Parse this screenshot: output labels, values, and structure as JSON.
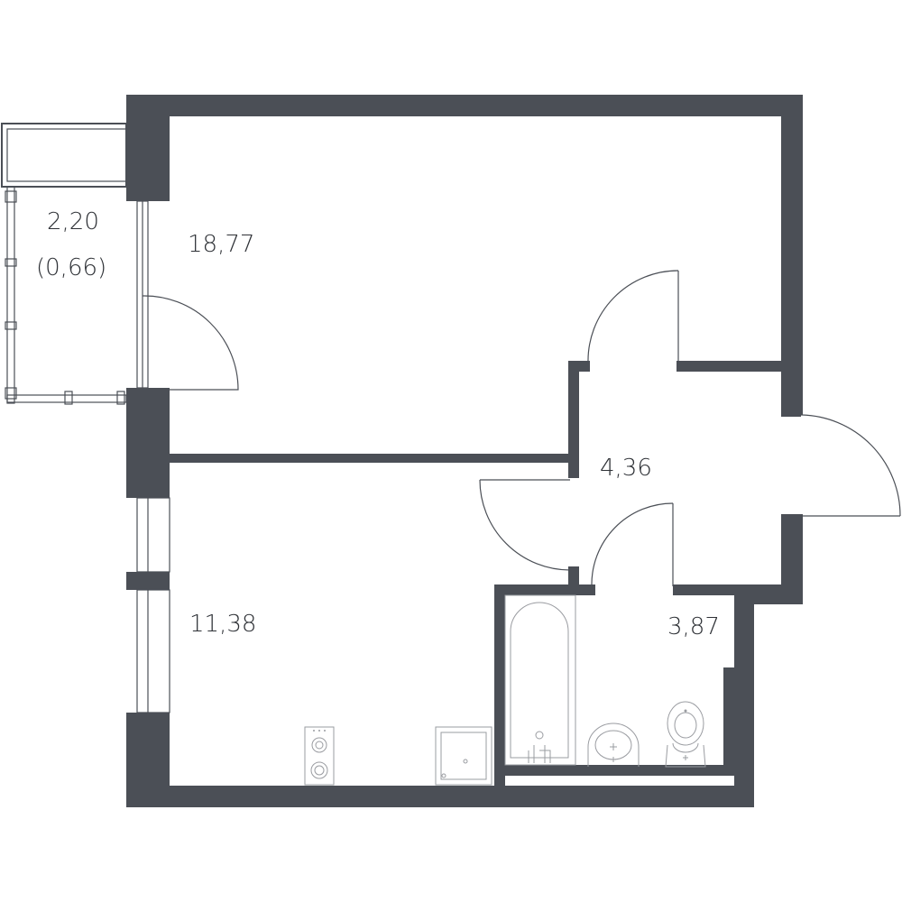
{
  "plan": {
    "rooms": [
      {
        "id": "living",
        "area": "18,77"
      },
      {
        "id": "kitchen",
        "area": "11,38"
      },
      {
        "id": "hall",
        "area": "4,36"
      },
      {
        "id": "bathroom",
        "area": "3,87"
      },
      {
        "id": "balcony",
        "area": "2,20",
        "reduced_area": "(0,66)"
      }
    ],
    "colors": {
      "wall": "#4b4f56",
      "fixture": "#9a9ca1",
      "background": "#ffffff"
    }
  }
}
